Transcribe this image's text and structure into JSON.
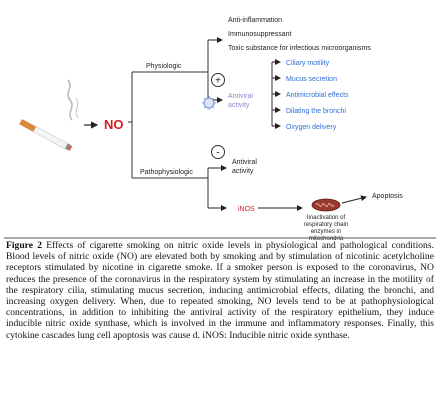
{
  "figure": {
    "source_label": "NO",
    "branch_physiologic": "Physiologic",
    "branch_pathophysiologic": "Pathophysiologic",
    "plus_sign": "+",
    "minus_sign": "-",
    "effects_top": [
      "Anti-inflammation",
      "Immunosuppressant",
      "Toxic substance for infectious microorganisms"
    ],
    "antiviral_activity_line1": "Antiviral",
    "antiviral_activity_line2": "activity",
    "antiviral_effects": [
      "Ciliary motility",
      "Mucus secretion",
      "Antimicrobial effects",
      "Dilating the bronchi",
      "Oxygen delivery"
    ],
    "patho_antiviral_line1": "Antiviral",
    "patho_antiviral_line2": "activity",
    "inos_label": "iNOS",
    "inactivation_lines": [
      "Iinactivation of",
      "respiratory chain",
      "enzymes in",
      "mitochondria"
    ],
    "apoptosis_label": "Apoptosis",
    "colors": {
      "blue": "#2e6fd6",
      "purple": "#9a7fd1",
      "red": "#d31f1f",
      "border": "#555555"
    }
  },
  "caption": {
    "label": "Figure 2",
    "text": " Effects of cigarette smoking on nitric oxide levels in physiological and pathological conditions. Blood levels of nitric oxide (NO) are elevated both by smoking and by stimulation of nicotinic acetylcholine receptors stimulated by nicotine in cigarette smoke. If a smoker person is exposed to the coronavirus, NO reduces the presence of the coronavirus in the respiratory system by stimulating an increase in the motility of the respiratory cilia, stimulating mucus secretion, inducing antimicrobial effects, dilating the bronchi, and increasing oxygen delivery. When, due to repeated smoking, NO levels tend to be at pathophysiological concentrations, in addition to inhibiting the antiviral activity of the respiratory epithelium, they induce inducible nitric oxide synthase, which is involved in the immune and inflammatory responses. Finally, this cytokine cascades lung cell apoptosis was cause d. iNOS: Inducible nitric oxide synthase."
  }
}
